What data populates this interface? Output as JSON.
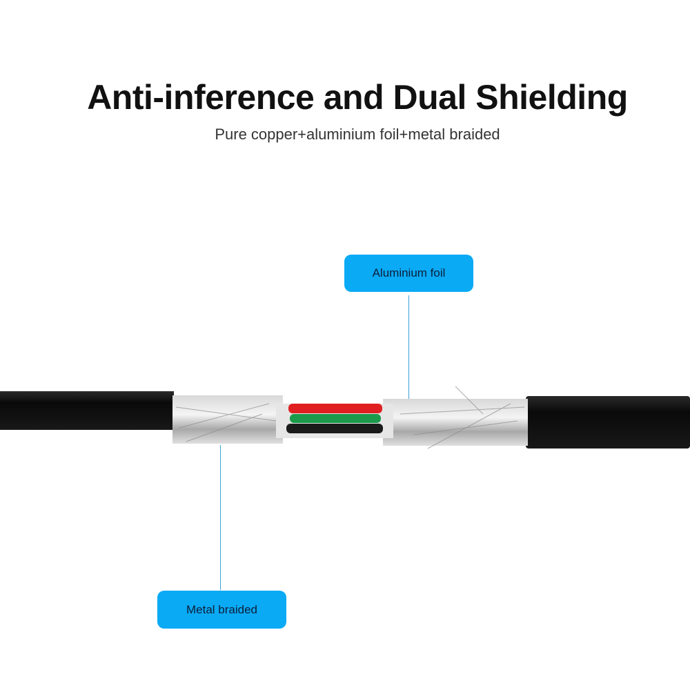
{
  "header": {
    "title": "Anti-inference and Dual Shielding",
    "subtitle": "Pure copper+aluminium foil+metal braided"
  },
  "callouts": {
    "aluminium_foil": "Aluminium foil",
    "metal_braided": "Metal braided"
  },
  "colors": {
    "callout_bg": "#0aaaf5",
    "cable_jacket": "#111111",
    "wire_red": "#e02020",
    "wire_green": "#1a9a4a",
    "wire_black": "#1a1a1a"
  }
}
